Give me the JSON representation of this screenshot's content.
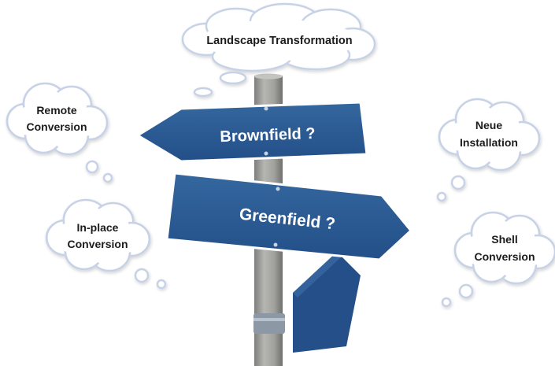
{
  "top_cloud": {
    "label": "Landscape Transformation"
  },
  "signs": {
    "brownfield": "Brownfield ?",
    "greenfield": "Greenfield ?"
  },
  "left_clouds": {
    "remote_line1": "Remote",
    "remote_line2": "Conversion",
    "inplace_line1": "In-place",
    "inplace_line2": "Conversion"
  },
  "right_clouds": {
    "neue_line1": "Neue",
    "neue_line2": "Installation",
    "shell_line1": "Shell",
    "shell_line2": "Conversion"
  },
  "colors": {
    "sign_blue": "#2a5a9a",
    "cloud_outline": "#c8d2e6",
    "pole": "#9a9a96"
  }
}
